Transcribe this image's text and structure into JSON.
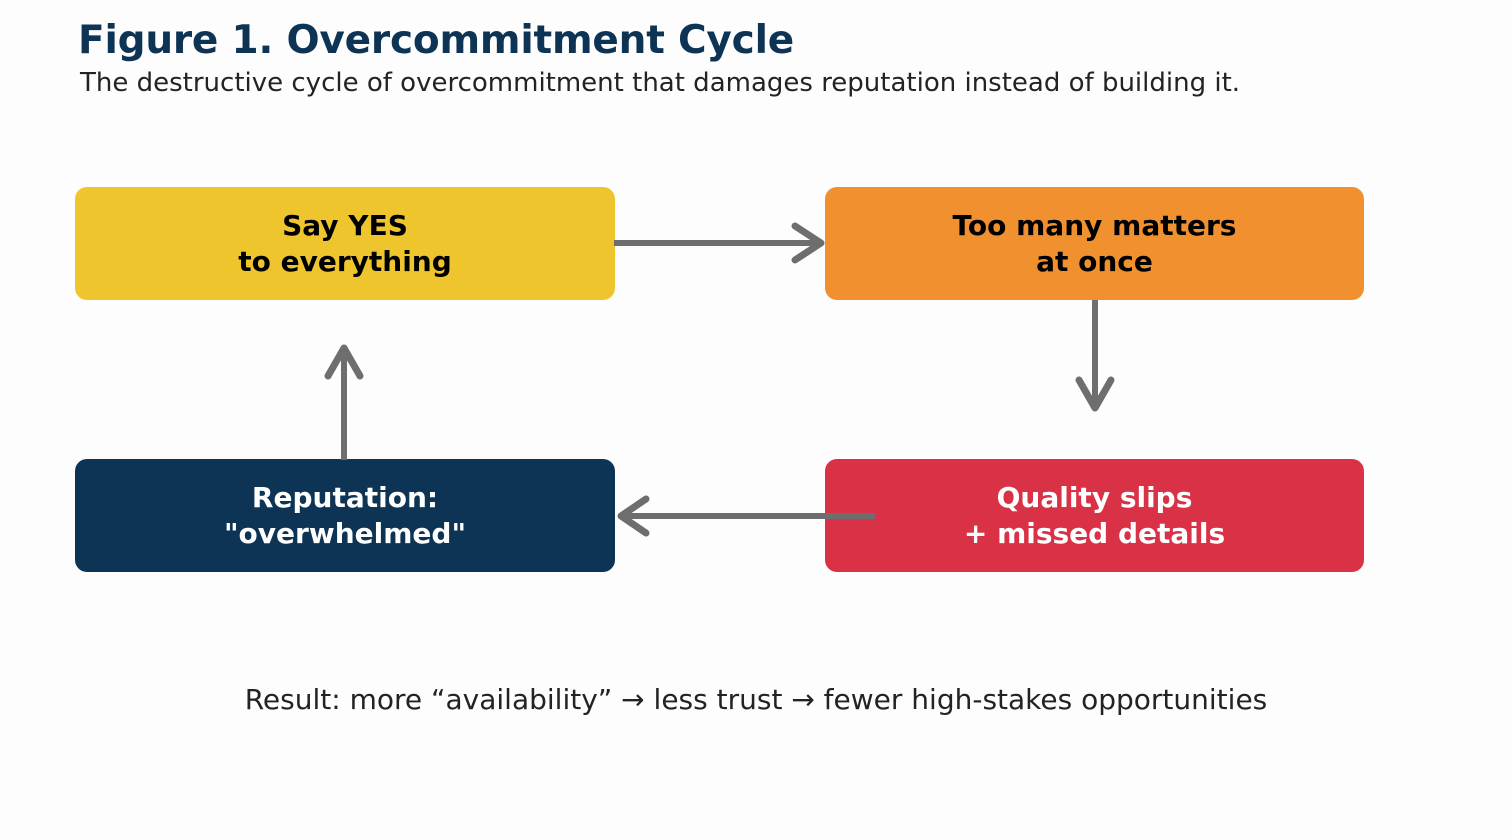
{
  "figure": {
    "title": "Figure 1. Overcommitment Cycle",
    "subtitle": "The destructive cycle of overcommitment that damages reputation instead of building it.",
    "caption": "Result: more “availability” → less trust → fewer high-stakes opportunities",
    "background_color": "#FDFDFD",
    "title_color": "#0D3355",
    "text_color": "#232323"
  },
  "diagram": {
    "type": "cycle-flowchart",
    "arrow_color": "#6E6E6E",
    "nodes": [
      {
        "id": "say-yes",
        "label": "Say YES\nto everything",
        "line1": "Say YES",
        "line2": "to everything",
        "fill": "#EFC52E",
        "text_color": "#000000",
        "position": "top-left"
      },
      {
        "id": "too-many-matters",
        "label": "Too many matters\nat once",
        "line1": "Too many matters",
        "line2": "at once",
        "fill": "#F0902F",
        "text_color": "#000000",
        "position": "top-right"
      },
      {
        "id": "quality-slips",
        "label": "Quality slips\n+ missed details",
        "line1": "Quality slips",
        "line2": "+ missed details",
        "fill": "#D93146",
        "text_color": "#FFFFFF",
        "position": "bottom-right"
      },
      {
        "id": "reputation-overwhelmed",
        "label": "Reputation:\n\"overwhelmed\"",
        "line1": "Reputation:",
        "line2": "\"overwhelmed\"",
        "fill": "#0D3355",
        "text_color": "#FFFFFF",
        "position": "bottom-left"
      }
    ],
    "edges": [
      {
        "id": "edge-yes-to-matters",
        "from": "say-yes",
        "to": "too-many-matters",
        "direction": "right"
      },
      {
        "id": "edge-matters-to-quality",
        "from": "too-many-matters",
        "to": "quality-slips",
        "direction": "down"
      },
      {
        "id": "edge-quality-to-reputation",
        "from": "quality-slips",
        "to": "reputation-overwhelmed",
        "direction": "left"
      },
      {
        "id": "edge-reputation-to-yes",
        "from": "reputation-overwhelmed",
        "to": "say-yes",
        "direction": "up"
      }
    ]
  }
}
